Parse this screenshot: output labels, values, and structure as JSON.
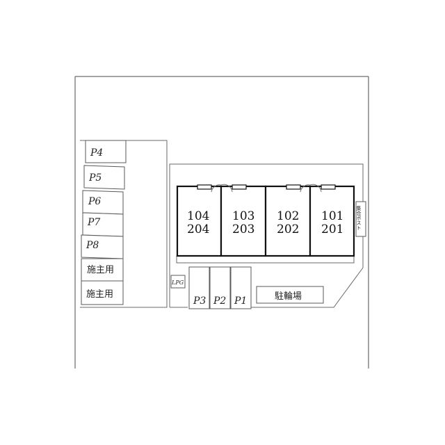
{
  "site": {
    "parking_left": [
      "P4",
      "P5",
      "P6",
      "P7",
      "P8",
      "施主用",
      "施主用"
    ],
    "parking_bottom": [
      "P3",
      "P2",
      "P1"
    ],
    "units": [
      {
        "top": "104",
        "bottom": "204"
      },
      {
        "top": "103",
        "bottom": "203"
      },
      {
        "top": "102",
        "bottom": "202"
      },
      {
        "top": "101",
        "bottom": "201"
      }
    ],
    "lpg_label": "LPG",
    "bike_parking_label": "駐輪場",
    "side_label": "集合ポスト"
  }
}
